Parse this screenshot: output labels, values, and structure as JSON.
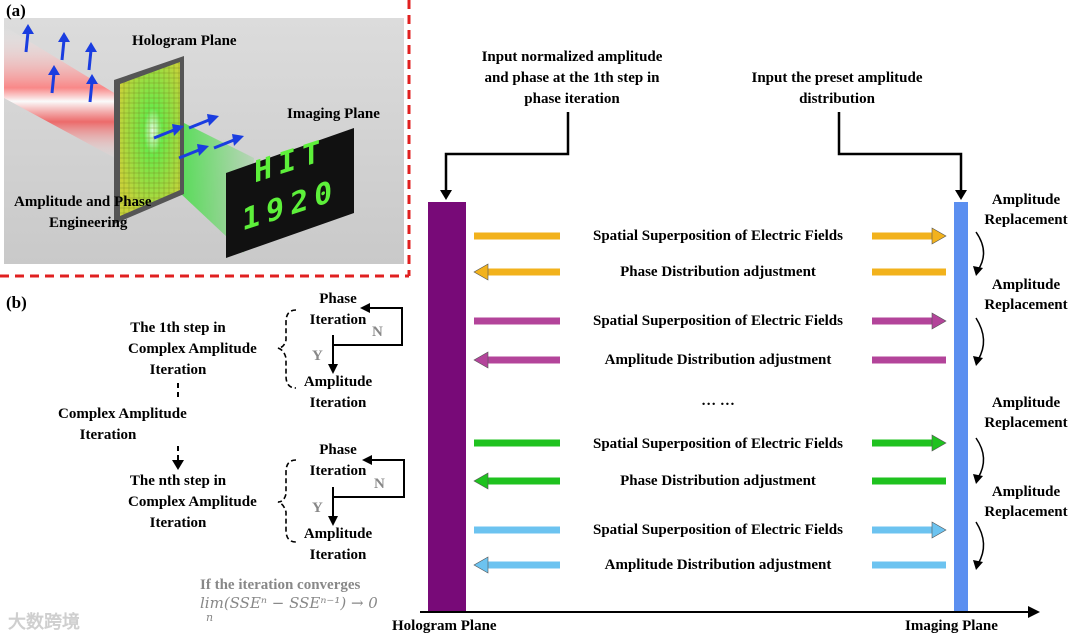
{
  "panel_a": {
    "label": "(a)",
    "hologram_plane": "Hologram Plane",
    "imaging_plane": "Imaging Plane",
    "engineering_line1": "Amplitude and Phase",
    "engineering_line2": "Engineering",
    "screen_text_line1": "HIT",
    "screen_text_line2": "1920"
  },
  "panel_b": {
    "label": "(b)",
    "step1": [
      "The 1th step in",
      "Complex Amplitude",
      "Iteration"
    ],
    "complex_iteration": [
      "Complex Amplitude",
      "Iteration"
    ],
    "stepn": [
      "The nth step in",
      "Complex Amplitude",
      "Iteration"
    ],
    "phase_iteration": [
      "Phase",
      "Iteration"
    ],
    "amplitude_iteration": [
      "Amplitude",
      "Iteration"
    ],
    "yes": "Y",
    "no": "N",
    "converge_text": "If the iteration converges",
    "converge_formula": "lim(SSEⁿ − SSEⁿ⁻¹) → 0",
    "converge_sub": "n"
  },
  "diagram": {
    "input_left": [
      "Input normalized amplitude",
      "and phase at the 1th step in",
      "phase iteration"
    ],
    "input_right": [
      "Input the preset amplitude",
      "distribution"
    ],
    "hologram_label": "Hologram Plane",
    "imaging_label": "Imaging Plane",
    "ellipsis": "… …",
    "replacement": [
      "Amplitude",
      "Replacement"
    ],
    "rows": [
      {
        "text": "Spatial Superposition of Electric Fields",
        "dir": "right",
        "color": "#f2b21c"
      },
      {
        "text": "Phase Distribution adjustment",
        "dir": "left",
        "color": "#f2b21c"
      },
      {
        "text": "Spatial Superposition of Electric Fields",
        "dir": "right",
        "color": "#b3449a"
      },
      {
        "text": "Amplitude Distribution adjustment",
        "dir": "left",
        "color": "#b3449a"
      },
      {
        "text": "Spatial Superposition of Electric Fields",
        "dir": "right",
        "color": "#1fc21f"
      },
      {
        "text": "Phase Distribution adjustment",
        "dir": "left",
        "color": "#1fc21f"
      },
      {
        "text": "Spatial Superposition of Electric Fields",
        "dir": "right",
        "color": "#6cc3f0"
      },
      {
        "text": "Amplitude Distribution adjustment",
        "dir": "left",
        "color": "#6cc3f0"
      }
    ],
    "colors": {
      "hologram_bar": "#780a78",
      "imaging_bar": "#5b8ff0",
      "frame_dash": "#e02020"
    }
  },
  "watermark": "大数跨境"
}
